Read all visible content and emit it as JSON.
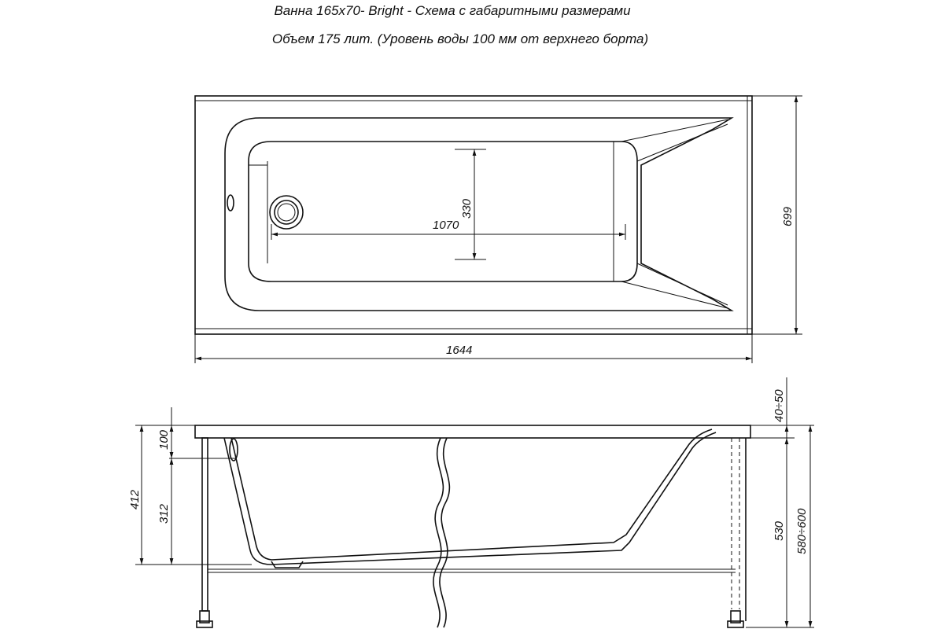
{
  "title": "Ванна 165х70- Bright - Схема с габаритными размерами",
  "subtitle": "Объем 175 лит. (Уровень воды 100 мм от верхнего борта)",
  "dimensions": {
    "top_view": {
      "length": "1644",
      "width": "699",
      "inner_length": "1070",
      "inner_width": "330"
    },
    "side_view": {
      "water_level": "100",
      "total_depth": "412",
      "inner_depth": "312",
      "rim": "40÷50",
      "frame_height": "530",
      "total_height": "580÷600"
    }
  }
}
